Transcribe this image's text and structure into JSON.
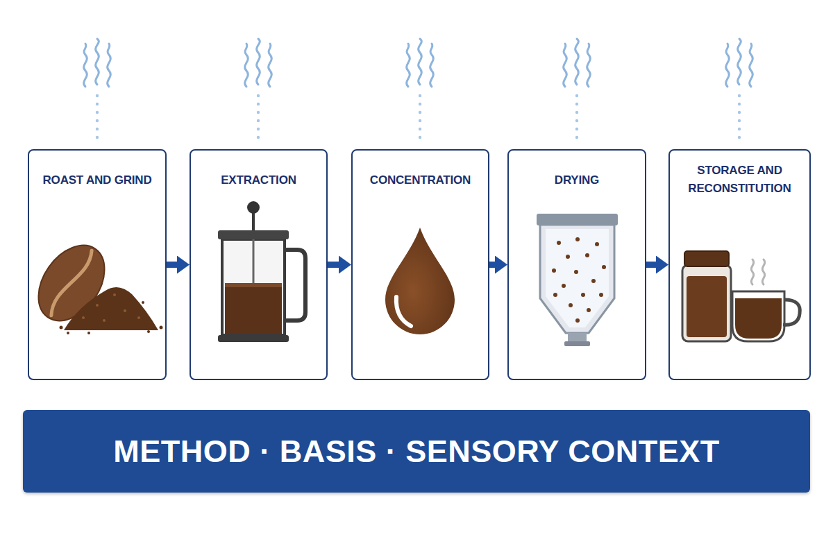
{
  "diagram": {
    "nodes": [
      {
        "text": [
          "ROAST AND GRIND"
        ]
      },
      {
        "text": [
          "EXTRACTION"
        ]
      },
      {
        "text": [
          "CONCENTRATION"
        ]
      },
      {
        "text": [
          "DRYING"
        ]
      },
      {
        "text": [
          "STORAGE AND RECONSTITUTION"
        ]
      },
      {
        "text": [
          "METHOD · BASIS · SENSORY CONTEXT"
        ]
      }
    ],
    "edges": [
      {
        "from": 0,
        "to": 1,
        "arrow": "to"
      },
      {
        "from": 1,
        "to": 2,
        "arrow": "to"
      },
      {
        "from": 2,
        "to": 3,
        "arrow": "to"
      },
      {
        "from": 3,
        "to": 4,
        "arrow": "to"
      }
    ]
  }
}
